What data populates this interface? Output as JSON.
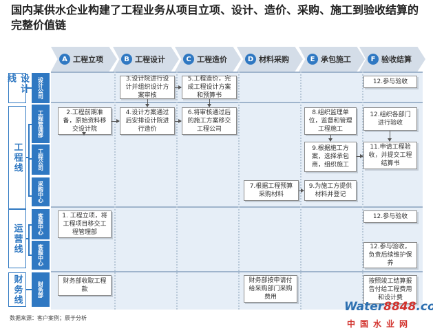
{
  "title": "国内某供水企业构建了工程业务从项目立项、设计、造价、采购、施工到验收结算的完整价值链",
  "phases": [
    {
      "letter": "A",
      "label": "工程立项"
    },
    {
      "letter": "B",
      "label": "工程设计"
    },
    {
      "letter": "C",
      "label": "工程造价"
    },
    {
      "letter": "D",
      "label": "材料采购"
    },
    {
      "letter": "E",
      "label": "承包施工"
    },
    {
      "letter": "F",
      "label": "验收结算"
    }
  ],
  "lanes": {
    "design": "设计线",
    "engineering": "工程线",
    "operations": "运营线",
    "finance": "财务线"
  },
  "sublanes": {
    "design_co": "设计公司",
    "eng_mgmt": "工程管理部",
    "eng_co": "工程公司",
    "procurement": "采购中心",
    "customer_service": "客服中心",
    "service_center": "客服中心",
    "finance_dept": "财务部"
  },
  "steps": {
    "s1": "1. 工程立项，将工程项目移交工程管理部",
    "s2": "2.工程前期准备，原始资料移交设计院",
    "s3": "3.设计院进行设计并组织设计方案审核",
    "s4": "4.设计方案通过后安排设计院进行造价",
    "s5": "5.工程造价，完成工程设计方案和预算书",
    "s6": "6.将审核通过后的施工方案移交工程公司",
    "s7": "7.根据工程预算采购材料",
    "s8": "8.组织监理单位，监督和管理工程施工",
    "s9a": "9.根据施工方案，选择承包商，组织施工",
    "s9b": "9.为施工方提供材料并登记",
    "s11": "11.申请工程验收，并提交工程结算书",
    "s12_design": "12.参与验收",
    "s12_mgmt": "12.组织各部门进行验收",
    "s12_cs": "12.参与验收",
    "s12_service": "12.参与验收，负责后续维护保养",
    "fin_a": "财务部收取工程款",
    "fin_d": "财务部按申请付给采购部门采购费用",
    "fin_f": "按照竣工结算报告付给工程费用和设计费"
  },
  "source": "数据来源：客户案例；辰于分析",
  "watermark": {
    "brand_a": "Water",
    "brand_b": "8848",
    "brand_c": ".com",
    "cn": "中国水业网"
  }
}
